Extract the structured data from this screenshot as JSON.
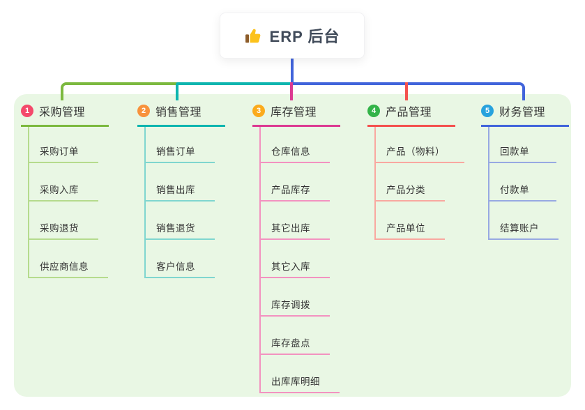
{
  "root": {
    "title": "ERP 后台",
    "icon": "thumbs-up-icon"
  },
  "branches": [
    {
      "badge": "1",
      "label": "采购管理",
      "line_color": "#7cb93f",
      "child_line_color": "#b5db8d",
      "badge_color": "#f4496b",
      "children": [
        "采购订单",
        "采购入库",
        "采购退货",
        "供应商信息"
      ]
    },
    {
      "badge": "2",
      "label": "销售管理",
      "line_color": "#0eb5af",
      "child_line_color": "#7fd6cf",
      "badge_color": "#f8923c",
      "children": [
        "销售订单",
        "销售出库",
        "销售退货",
        "客户信息"
      ]
    },
    {
      "badge": "3",
      "label": "库存管理",
      "line_color": "#dc3a92",
      "child_line_color": "#f392c0",
      "badge_color": "#fbab1c",
      "children": [
        "仓库信息",
        "产品库存",
        "其它出库",
        "其它入库",
        "库存调拨",
        "库存盘点",
        "出库库明细"
      ]
    },
    {
      "badge": "4",
      "label": "产品管理",
      "line_color": "#f4514e",
      "child_line_color": "#f9a8a0",
      "badge_color": "#33b348",
      "children": [
        "产品（物料）",
        "产品分类",
        "产品单位"
      ]
    },
    {
      "badge": "5",
      "label": "财务管理",
      "line_color": "#4164db",
      "child_line_color": "#97a9e2",
      "badge_color": "#27a2dd",
      "children": [
        "回款单",
        "付款单",
        "结算账户"
      ]
    }
  ],
  "colors": {
    "panel_bg": "#e9f7e4",
    "stem": "#4164db",
    "text": "#333333",
    "root_text": "#414b5a",
    "icon_yellow": "#fcc21b",
    "icon_brown": "#8d5c2a"
  }
}
